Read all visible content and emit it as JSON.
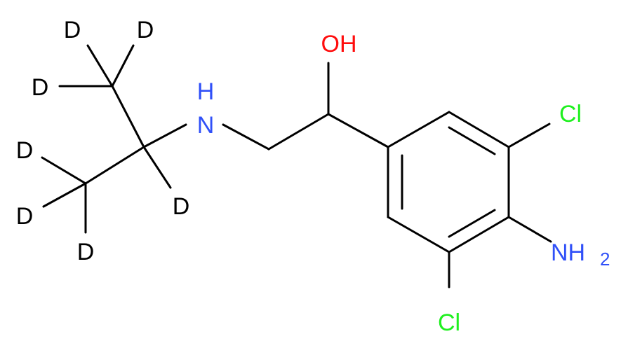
{
  "colors": {
    "carbon_bond": "#000000",
    "deuterium": "#000000",
    "oxygen": "#ff0d0d",
    "nitrogen": "#3050f8",
    "chlorine": "#1ff01f"
  },
  "labels": {
    "D": "D",
    "OH": "OH",
    "NH_N": "N",
    "NH_H": "H",
    "NH2_N": "NH",
    "NH2_sub": "2",
    "Cl": "Cl"
  }
}
